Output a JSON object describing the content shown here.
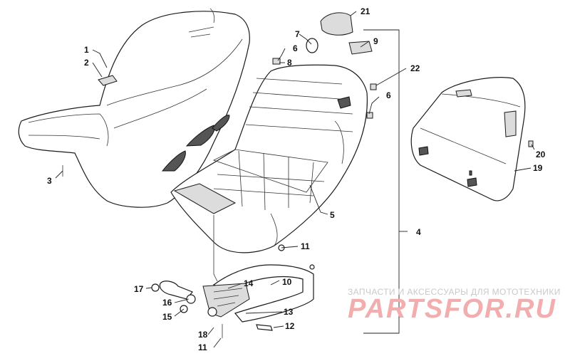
{
  "callouts": [
    {
      "id": "c1",
      "label": "1"
    },
    {
      "id": "c2",
      "label": "2"
    },
    {
      "id": "c3",
      "label": "3"
    },
    {
      "id": "c4",
      "label": "4"
    },
    {
      "id": "c5",
      "label": "5"
    },
    {
      "id": "c6a",
      "label": "6"
    },
    {
      "id": "c6b",
      "label": "6"
    },
    {
      "id": "c7",
      "label": "7"
    },
    {
      "id": "c8",
      "label": "8"
    },
    {
      "id": "c9",
      "label": "9"
    },
    {
      "id": "c10",
      "label": "10"
    },
    {
      "id": "c11a",
      "label": "11"
    },
    {
      "id": "c11b",
      "label": "11"
    },
    {
      "id": "c12",
      "label": "12"
    },
    {
      "id": "c13",
      "label": "13"
    },
    {
      "id": "c14",
      "label": "14"
    },
    {
      "id": "c15",
      "label": "15"
    },
    {
      "id": "c16",
      "label": "16"
    },
    {
      "id": "c17",
      "label": "17"
    },
    {
      "id": "c18",
      "label": "18"
    },
    {
      "id": "c19",
      "label": "19"
    },
    {
      "id": "c20",
      "label": "20"
    },
    {
      "id": "c21",
      "label": "21"
    },
    {
      "id": "c22",
      "label": "22"
    }
  ],
  "watermark": {
    "subtitle": "ЗАПЧАСТИ И АКСЕССУАРЫ ДЛЯ МОТОТЕХНИКИ",
    "brand": "PARTSFOR.RU"
  },
  "colors": {
    "line": "#1a1a1a",
    "watermark_brand": "#f2aeae",
    "watermark_subtitle": "#c9c9c9"
  }
}
